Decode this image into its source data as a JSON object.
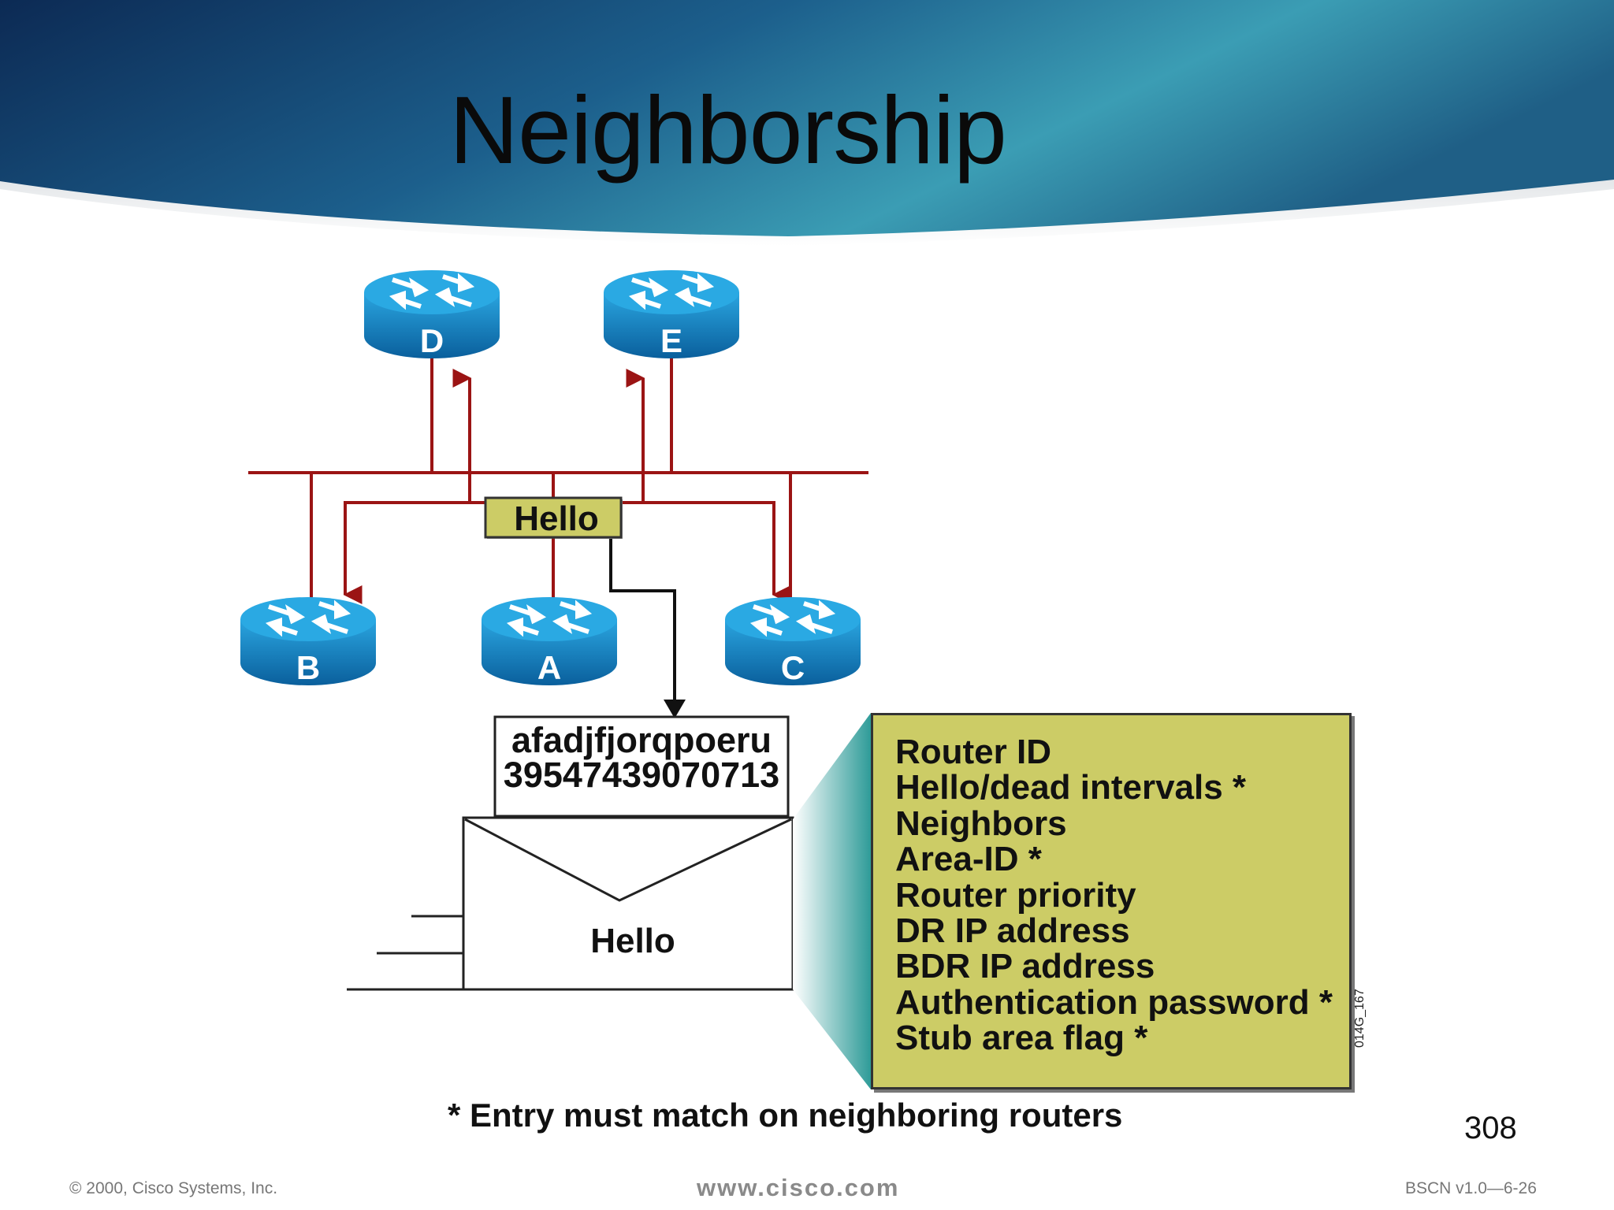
{
  "title": "Neighborship",
  "routers": [
    {
      "id": "D",
      "label": "D"
    },
    {
      "id": "E",
      "label": "E"
    },
    {
      "id": "B",
      "label": "B"
    },
    {
      "id": "A",
      "label": "A"
    },
    {
      "id": "C",
      "label": "C"
    }
  ],
  "hello_packet_label": "Hello",
  "packet_contents": [
    "afadjfjorqpoeru",
    "39547439070713"
  ],
  "envelope_label": "Hello",
  "hello_fields": [
    "Router ID",
    "Hello/dead intervals *",
    "Neighbors",
    "Area-ID *",
    "Router priority",
    "DR IP address",
    "BDR IP address",
    "Authentication password *",
    "Stub area flag *"
  ],
  "figure_id": "014G_167",
  "footnote": "* Entry must match on neighboring routers",
  "page_number": "308",
  "footer": {
    "copyright": "© 2000, Cisco Systems, Inc.",
    "website": "www.cisco.com",
    "course_code": "BSCN v1.0—6-26"
  },
  "colors": {
    "link": "#9b1414",
    "router": "#1a8fd0",
    "hello_box": "#cccc66",
    "banner_dark": "#0e2f5a",
    "banner_light": "#3a9fb6"
  }
}
